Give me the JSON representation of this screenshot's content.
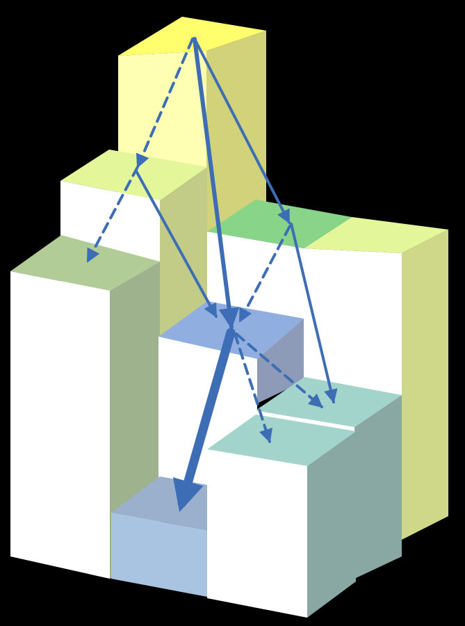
{
  "diagram": {
    "kind": "isometric-block-stack",
    "background": "#000000",
    "palette": {
      "yellow_top": "#ffff6e",
      "yellow_front": "#ffffb4",
      "yellow_side": "#d2d27a",
      "lime_top": "#e3f79a",
      "lime_side": "#c2cc86",
      "green_top": "#88d488",
      "sage_top": "#b2cc98",
      "sage_side": "#9fb28e",
      "blue_top": "#90afe0",
      "blue_side": "#8d9ab8",
      "steel_top": "#9ab0cc",
      "steel_front": "#a8c4e0",
      "teal_top": "#a2d4cc",
      "teal_side": "#8aa8a3",
      "olive_side": "#cfd888",
      "white_face": "#ffffff",
      "arrow": "#3d6db5"
    },
    "blocks": [
      {
        "id": "back-right-block",
        "top_color": "lime_top",
        "side_color": "olive_side"
      },
      {
        "id": "tall-yellow-block",
        "top_color": "yellow_top",
        "side_color": "yellow_side"
      },
      {
        "id": "middle-green-block",
        "top_color": "green_top",
        "side_color": "white_face"
      },
      {
        "id": "left-lime-block",
        "top_color": "lime_top",
        "side_color": "lime_side"
      },
      {
        "id": "front-left-sage-block",
        "top_color": "sage_top",
        "side_color": "sage_side"
      },
      {
        "id": "center-blue-block",
        "top_color": "blue_top",
        "side_color": "blue_side"
      },
      {
        "id": "right-teal-block",
        "top_color": "teal_top",
        "side_color": "teal_side"
      },
      {
        "id": "bottom-steel-block",
        "top_color": "steel_top",
        "side_color": "steel_front"
      },
      {
        "id": "front-teal-block",
        "top_color": "teal_top",
        "side_color": "teal_side"
      }
    ],
    "arrows": [
      {
        "id": "arrow-top-to-left-lime",
        "style": "dashed"
      },
      {
        "id": "arrow-left-lime-to-sage",
        "style": "dashed"
      },
      {
        "id": "arrow-left-lime-to-blue",
        "style": "solid"
      },
      {
        "id": "arrow-top-to-blue",
        "style": "solid"
      },
      {
        "id": "arrow-top-to-green",
        "style": "solid"
      },
      {
        "id": "arrow-green-to-blue",
        "style": "dashed"
      },
      {
        "id": "arrow-green-to-right-teal",
        "style": "solid"
      },
      {
        "id": "arrow-blue-to-right-teal",
        "style": "dashed"
      },
      {
        "id": "arrow-blue-to-front-teal",
        "style": "dashed"
      },
      {
        "id": "arrow-blue-to-steel",
        "style": "thick"
      }
    ]
  }
}
